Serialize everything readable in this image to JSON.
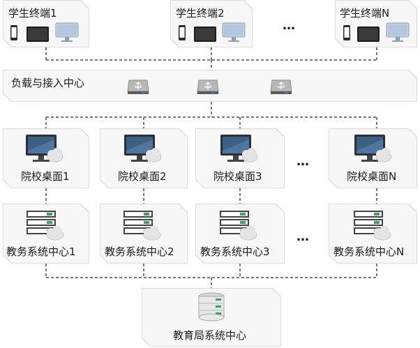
{
  "student_terminals": [
    {
      "label": "学生终端1"
    },
    {
      "label": "学生终端2"
    },
    {
      "label": "学生终端N"
    }
  ],
  "access_center": {
    "label": "负载与接入中心"
  },
  "campus_desktops": [
    {
      "label": "院校桌面1"
    },
    {
      "label": "院校桌面2"
    },
    {
      "label": "院校桌面3"
    },
    {
      "label": "院校桌面N"
    }
  ],
  "affairs_centers": [
    {
      "label": "教务系统中心1"
    },
    {
      "label": "教务系统中心2"
    },
    {
      "label": "教务系统中心3"
    },
    {
      "label": "教务系统中心N"
    }
  ],
  "bureau_center": {
    "label": "教育局系统中心"
  },
  "ellipsis": "…"
}
